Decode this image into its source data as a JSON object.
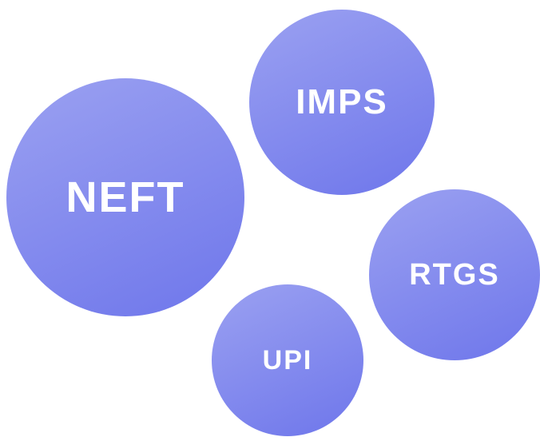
{
  "diagram": {
    "title": "payment-methods-bubbles",
    "bubbles": [
      {
        "id": "neft",
        "label": "NEFT",
        "relative_size": "large"
      },
      {
        "id": "imps",
        "label": "IMPS",
        "relative_size": "medium-large"
      },
      {
        "id": "rtgs",
        "label": "RTGS",
        "relative_size": "medium"
      },
      {
        "id": "upi",
        "label": "UPI",
        "relative_size": "small"
      }
    ]
  },
  "colors": {
    "bubble_gradient_start": "#9BA1F1",
    "bubble_gradient_end": "#6E76EB",
    "label_text": "#FFFFFF",
    "background": "#FFFFFF"
  }
}
